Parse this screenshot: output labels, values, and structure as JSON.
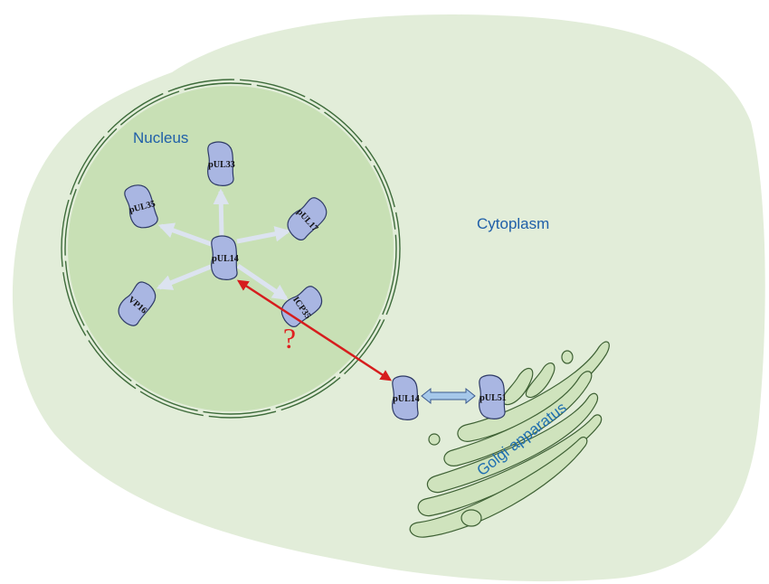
{
  "colors": {
    "cytoplasm_fill": "#e2edd9",
    "nucleus_fill": "#c8e0b5",
    "membrane_stroke": "#3d6b3a",
    "protein_fill": "#a9b6e2",
    "protein_stroke": "#2e3a66",
    "interaction_arrow": "#d61d1d",
    "nuclear_arrow": "#dce3f0",
    "golgi_fill": "#cfe3bd",
    "golgi_stroke": "#3e6134",
    "double_arrow_fill": "#a6c8ea",
    "double_arrow_stroke": "#3b5a8e"
  },
  "labels": {
    "nucleus": "Nucleus",
    "cytoplasm": "Cytoplasm",
    "golgi": "Golgi apparatus",
    "question": "?"
  },
  "proteins": {
    "pul14_nuclear": "pUL14",
    "pul33": "pUL33",
    "pul35": "pUL35",
    "pul17": "pUL17",
    "vp16": "VP16",
    "icp35": "ICP35",
    "pul14_cytoplasmic": "pUL14",
    "pul51": "pUL51"
  }
}
